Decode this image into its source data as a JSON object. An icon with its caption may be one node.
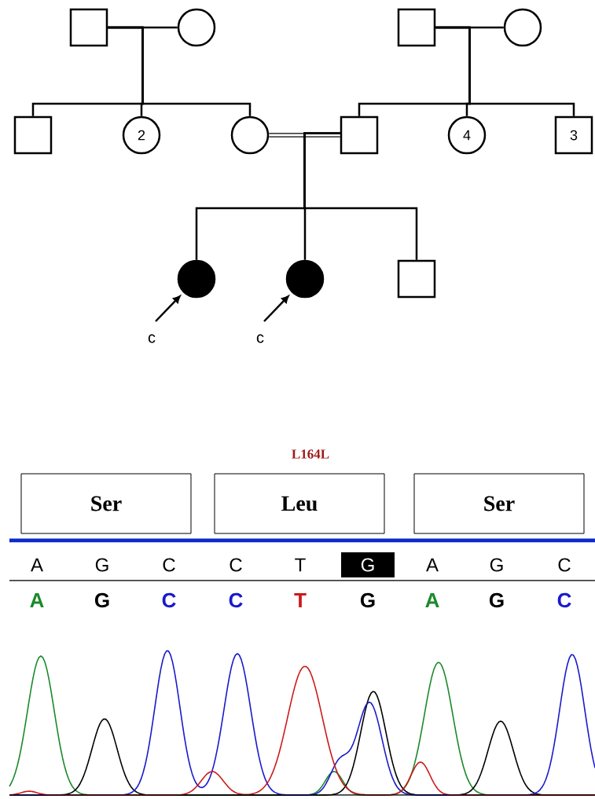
{
  "diagram": {
    "nodes": [
      {
        "text": [],
        "shape": "box"
      },
      {
        "text": [],
        "shape": "circle"
      },
      {
        "text": [],
        "shape": "box"
      },
      {
        "text": [],
        "shape": "circle"
      },
      {
        "text": [],
        "shape": "box"
      },
      {
        "text": [
          "2"
        ]
      },
      {
        "text": [],
        "shape": "circle"
      },
      {
        "text": [],
        "shape": "box"
      },
      {
        "text": [
          "4"
        ]
      },
      {
        "text": [
          "3"
        ]
      },
      {
        "text": [],
        "shape": "circle",
        "beside": [
          "c"
        ]
      },
      {
        "text": [],
        "shape": "circle",
        "beside": [
          "c"
        ]
      },
      {
        "text": [],
        "shape": "box"
      },
      {
        "text": [
          "Ser"
        ]
      },
      {
        "text": [
          "Leu"
        ]
      },
      {
        "text": [
          "Ser"
        ]
      }
    ],
    "edges": [
      {
        "from": 0,
        "to": 1,
        "arrow": "none"
      },
      {
        "from": 2,
        "to": 3,
        "arrow": "none"
      },
      {
        "from": 6,
        "to": 7,
        "arrow": "none",
        "style": "thick"
      },
      {
        "from": 0,
        "to": 4,
        "arrow": "none"
      },
      {
        "from": 0,
        "to": 5,
        "arrow": "none"
      },
      {
        "from": 0,
        "to": 6,
        "arrow": "none"
      },
      {
        "from": 2,
        "to": 7,
        "arrow": "none"
      },
      {
        "from": 2,
        "to": 8,
        "arrow": "none"
      },
      {
        "from": 2,
        "to": 9,
        "arrow": "none"
      },
      {
        "from": 7,
        "to": 10,
        "arrow": "none"
      },
      {
        "from": 7,
        "to": 11,
        "arrow": "none"
      },
      {
        "from": 7,
        "to": 12,
        "arrow": "none"
      },
      {
        "from": null,
        "to": 10,
        "arrow": "to"
      },
      {
        "from": null,
        "to": 11,
        "arrow": "to"
      }
    ],
    "labels": [
      "L164L",
      "A",
      "G",
      "C",
      "C",
      "T",
      "G",
      "A",
      "G",
      "C",
      "A",
      "G",
      "C",
      "C",
      "T",
      "G",
      "A",
      "G",
      "C"
    ]
  }
}
